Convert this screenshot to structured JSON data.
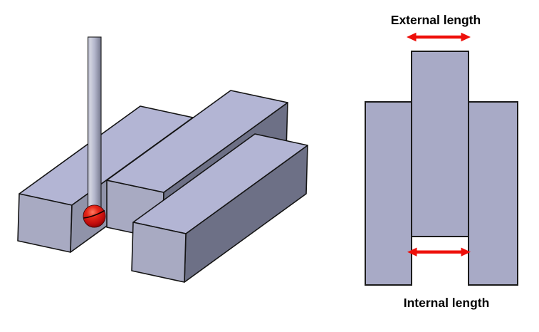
{
  "diagram": {
    "left_view": {
      "name": "3d-probe-measurement-view",
      "probe": {
        "stylus": "cylindrical stylus shaft",
        "ball": "red ruby probe ball"
      },
      "blocks": [
        "left-block",
        "center-tongue-block",
        "right-block"
      ]
    },
    "right_view": {
      "external_label": "External length",
      "internal_label": "Internal length"
    },
    "colors": {
      "block_face_top": "#b3b5d4",
      "block_face_front": "#a8aac2",
      "block_face_inner": "#9093a9",
      "block_face_side": "#6d7086",
      "block_2d_fill": "#a8aac6",
      "outline": "#141414",
      "arrow_red": "#ee0f0a",
      "probe_ball_red": "#cf1010",
      "label_color": "#000000"
    }
  }
}
